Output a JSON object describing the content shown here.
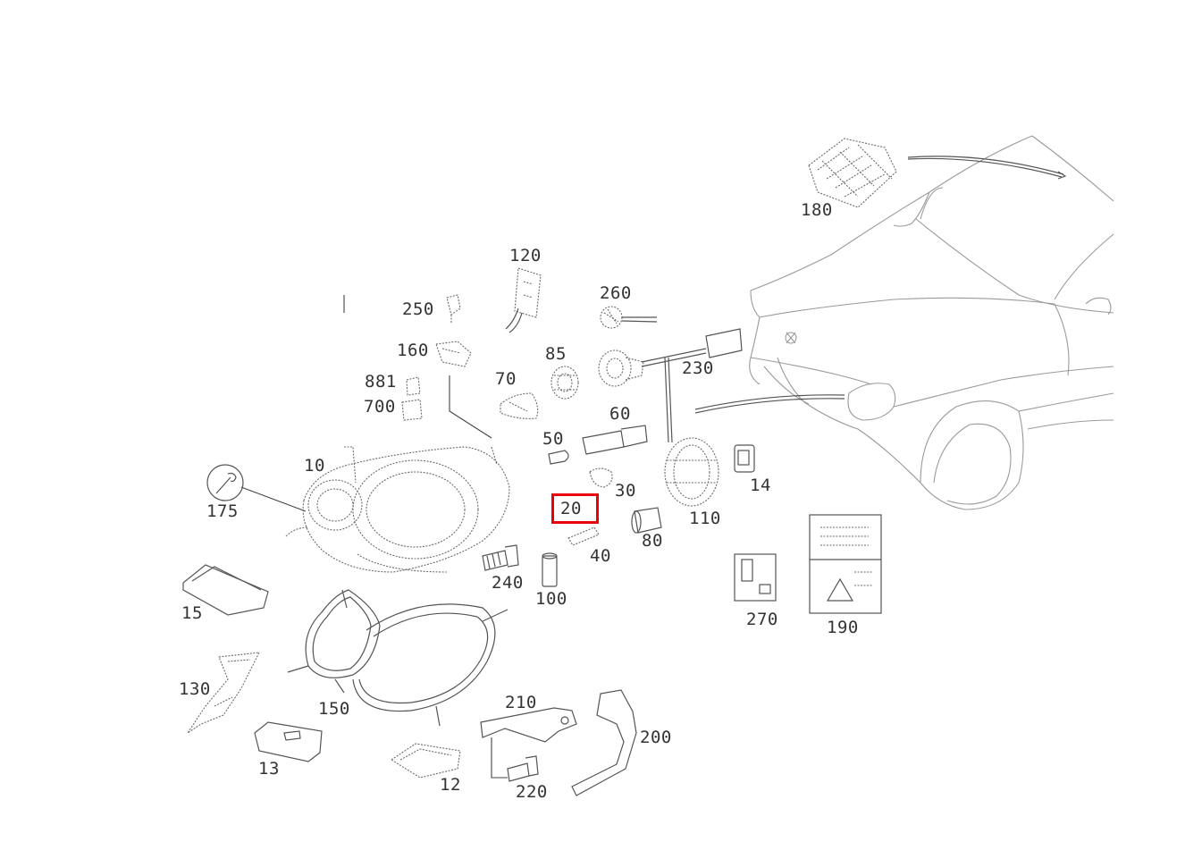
{
  "diagram": {
    "highlight_color": "#e8000b",
    "highlighted_part": "20",
    "parts": [
      {
        "id": "p180",
        "label": "180"
      },
      {
        "id": "p120",
        "label": "120"
      },
      {
        "id": "p260",
        "label": "260"
      },
      {
        "id": "p250",
        "label": "250"
      },
      {
        "id": "p160",
        "label": "160"
      },
      {
        "id": "p85",
        "label": "85"
      },
      {
        "id": "p230",
        "label": "230"
      },
      {
        "id": "p881",
        "label": "881"
      },
      {
        "id": "p70",
        "label": "70"
      },
      {
        "id": "p700",
        "label": "700"
      },
      {
        "id": "p60",
        "label": "60"
      },
      {
        "id": "p50",
        "label": "50"
      },
      {
        "id": "p10",
        "label": "10"
      },
      {
        "id": "p30",
        "label": "30"
      },
      {
        "id": "p14",
        "label": "14"
      },
      {
        "id": "p175",
        "label": "175"
      },
      {
        "id": "p20",
        "label": "20"
      },
      {
        "id": "p110",
        "label": "110"
      },
      {
        "id": "p80",
        "label": "80"
      },
      {
        "id": "p40",
        "label": "40"
      },
      {
        "id": "p240",
        "label": "240"
      },
      {
        "id": "p100",
        "label": "100"
      },
      {
        "id": "p15",
        "label": "15"
      },
      {
        "id": "p270",
        "label": "270"
      },
      {
        "id": "p190",
        "label": "190"
      },
      {
        "id": "p130",
        "label": "130"
      },
      {
        "id": "p210",
        "label": "210"
      },
      {
        "id": "p150",
        "label": "150"
      },
      {
        "id": "p200",
        "label": "200"
      },
      {
        "id": "p13",
        "label": "13"
      },
      {
        "id": "p12",
        "label": "12"
      },
      {
        "id": "p220",
        "label": "220"
      }
    ]
  }
}
